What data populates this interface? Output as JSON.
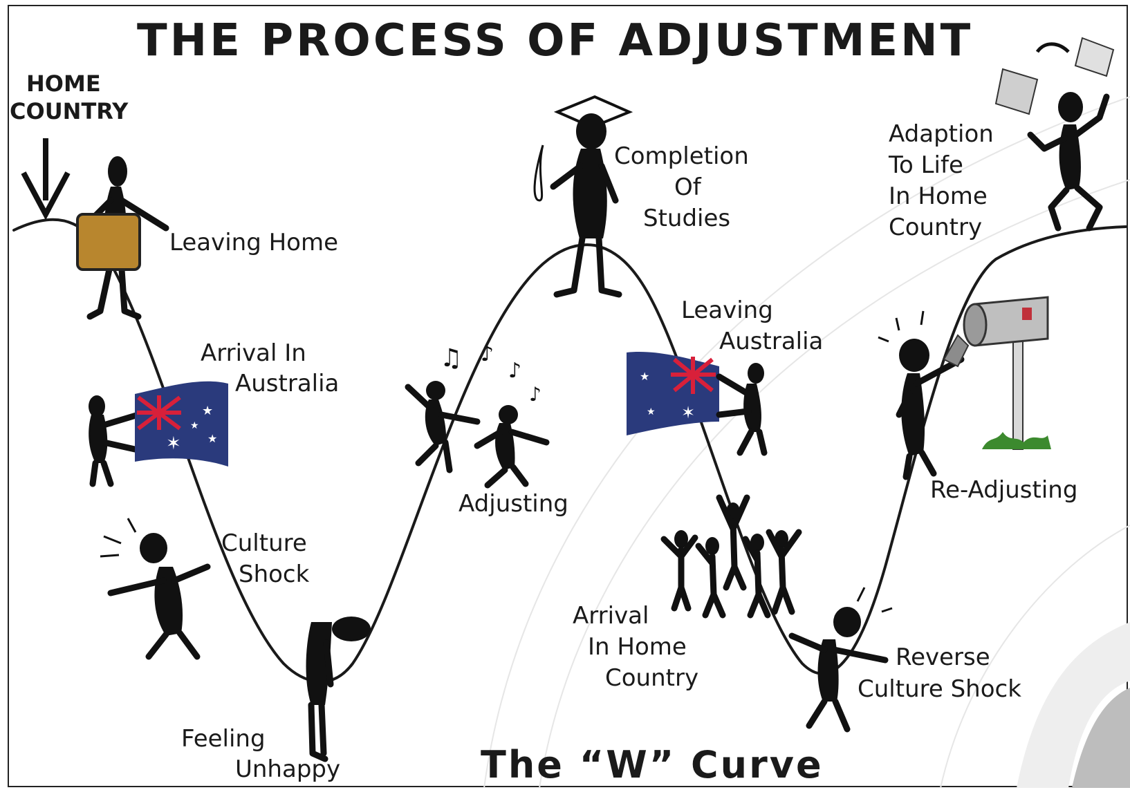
{
  "title": "THE PROCESS OF ADJUSTMENT",
  "subtitle": "The “W” Curve",
  "home_country_marker": [
    "HOME",
    "COUNTRY"
  ],
  "labels": {
    "leaving_home": [
      "Leaving Home"
    ],
    "arrival_in_australia": [
      "Arrival In",
      "Australia"
    ],
    "culture_shock": [
      "Culture",
      "Shock"
    ],
    "feeling_unhappy": [
      "Feeling",
      "Unhappy"
    ],
    "adjusting": [
      "Adjusting"
    ],
    "completion_of_studies": [
      "Completion",
      "Of",
      "Studies"
    ],
    "leaving_australia": [
      "Leaving",
      "Australia"
    ],
    "arrival_in_home_country": [
      "Arrival",
      "In Home",
      "Country"
    ],
    "reverse_culture_shock": [
      "Reverse",
      "Culture Shock"
    ],
    "re_adjusting": [
      "Re-Adjusting"
    ],
    "adaption_to_life": [
      "Adaption",
      "To Life",
      "In Home",
      "Country"
    ]
  },
  "colors": {
    "ink": "#1a1a1a",
    "suitcase": "#b8862e",
    "flag_blue": "#2a3a7c",
    "flag_red": "#d8203a",
    "grass": "#3c8a2e",
    "mailbox": "#bfbfbf"
  },
  "icons": [
    "down-arrow-icon",
    "graduation-cap-icon",
    "diploma-icon",
    "suitcase-icon",
    "australian-flag-icon",
    "music-notes-icon",
    "mailbox-icon",
    "letters-icon"
  ]
}
